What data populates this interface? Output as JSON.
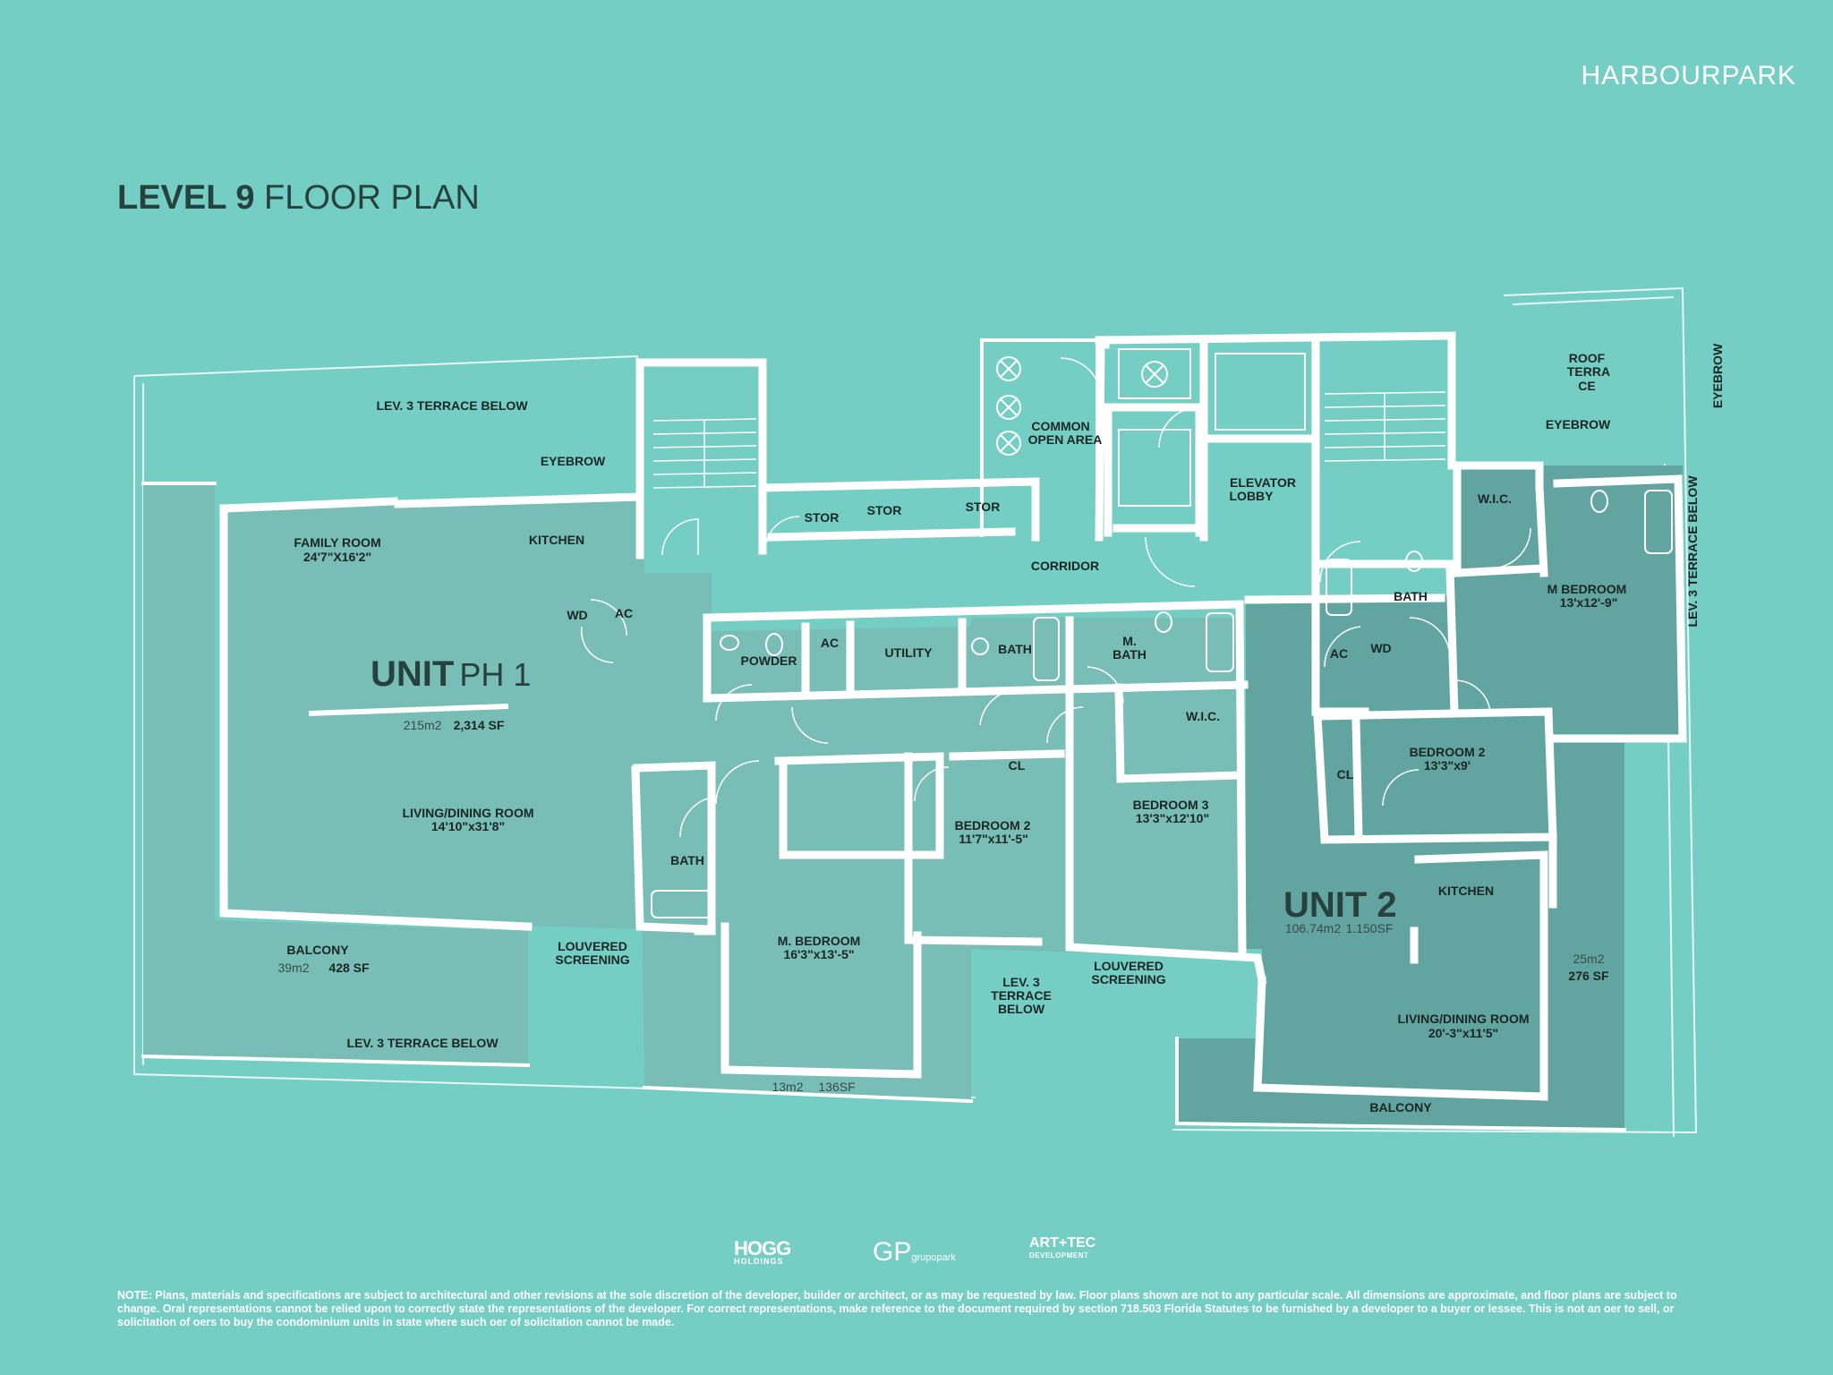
{
  "brand": "HARBOURPARK",
  "title": {
    "bold": "LEVEL 9",
    "rest": " FLOOR PLAN"
  },
  "colors": {
    "background": "#74cec4",
    "unit_ph1": "#79beb6",
    "unit_2": "#62a5a0",
    "walls": "#ffffff"
  },
  "units": {
    "ph1": {
      "name_bold": "UNIT",
      "name_rest": "PH 1",
      "area": "215m2",
      "area_sf": "2,314 SF"
    },
    "u2": {
      "name": "UNIT 2",
      "area": "106.74m2",
      "area_sf": "1.150SF"
    }
  },
  "rooms": {
    "lev3_terrace_top": "LEV. 3 TERRACE BELOW",
    "eyebrow_left": "EYEBROW",
    "family_room": "FAMILY ROOM",
    "family_room_dim": "24'7\"X16'2\"",
    "kitchen_ph1": "KITCHEN",
    "wd_ph1": "WD",
    "ac_ph1": "AC",
    "stor_1": "STOR",
    "stor_2": "STOR",
    "stor_3": "STOR",
    "common_open_area_1": "COMMON",
    "common_open_area_2": "OPEN AREA",
    "elevator_lobby_1": "ELEVATOR",
    "elevator_lobby_2": "LOBBY",
    "corridor": "CORRIDOR",
    "roof_terrace_1": "ROOF",
    "roof_terrace_2": "TERRA",
    "roof_terrace_3": "CE",
    "eyebrow_right": "EYEBROW",
    "eyebrow_vertical": "EYEBROW",
    "lev3_terrace_vertical": "LEV. 3 TERRACE BELOW",
    "wic_u2_top": "W.I.C.",
    "m_bedroom_u2": "M BEDROOM",
    "m_bedroom_u2_dim": "13'x12'-9\"",
    "bath_u2": "BATH",
    "ac_u2": "AC",
    "wd_u2": "WD",
    "powder": "POWDER",
    "ac_mid": "AC",
    "utility": "UTILITY",
    "bath_mid": "BATH",
    "m_bath_1": "M.",
    "m_bath_2": "BATH",
    "wic_mid": "W.I.C.",
    "bedroom3": "BEDROOM 3",
    "bedroom3_dim": "13'3\"x12'10\"",
    "cl_mid": "CL",
    "bedroom2_mid": "BEDROOM 2",
    "bedroom2_mid_dim": "11'7\"x11'-5\"",
    "living_ph1": "LIVING/DINING ROOM",
    "living_ph1_dim": "14'10\"x31'8\"",
    "bath_ph1": "BATH",
    "m_bedroom_ph1": "M. BEDROOM",
    "m_bedroom_ph1_dim": "16'3\"x13'-5\"",
    "balcony_ph1": "BALCONY",
    "balcony_ph1_area": "39m2",
    "balcony_ph1_sf": "428 SF",
    "louvered_1a": "LOUVERED",
    "louvered_1b": "SCREENING",
    "lev3_terrace_bottom": "LEV. 3 TERRACE BELOW",
    "small_balcony_area": "13m2",
    "small_balcony_sf": "136SF",
    "lev3_mid_1": "LEV. 3",
    "lev3_mid_2": "TERRACE",
    "lev3_mid_3": "BELOW",
    "louvered_2a": "LOUVERED",
    "louvered_2b": "SCREENING",
    "bedroom2_u2": "BEDROOM 2",
    "bedroom2_u2_dim": "13'3\"x9'",
    "cl_u2": "CL",
    "kitchen_u2": "KITCHEN",
    "terrace_u2_area": "25m2",
    "terrace_u2_sf": "276 SF",
    "living_u2": "LIVING/DINING ROOM",
    "living_u2_dim": "20'-3\"x11'5\"",
    "balcony_u2": "BALCONY"
  },
  "logos": {
    "hogg": "HOGG",
    "hogg_sub": "HOLDINGS",
    "gp": "GP",
    "gp_sub": "grupopark",
    "artec": "ART+TEC",
    "artec_sub": "DEVELOPMENT"
  },
  "note": "NOTE: Plans, materials and specifications are subject to architectural and other revisions at the sole discretion of the developer, builder or architect, or as may be requested by law. Floor plans shown are not to any particular scale. All dimensions are approximate, and floor plans are subject to change. Oral representations cannot be relied upon to correctly state the representations of the developer. For correct representations, make reference to the document required by section 718.503 Florida Statutes to be furnished by a developer to a buyer or lessee. This is not an oer to sell, or solicitation of oers to buy the condominium units in state where such oer of solicitation cannot be made."
}
